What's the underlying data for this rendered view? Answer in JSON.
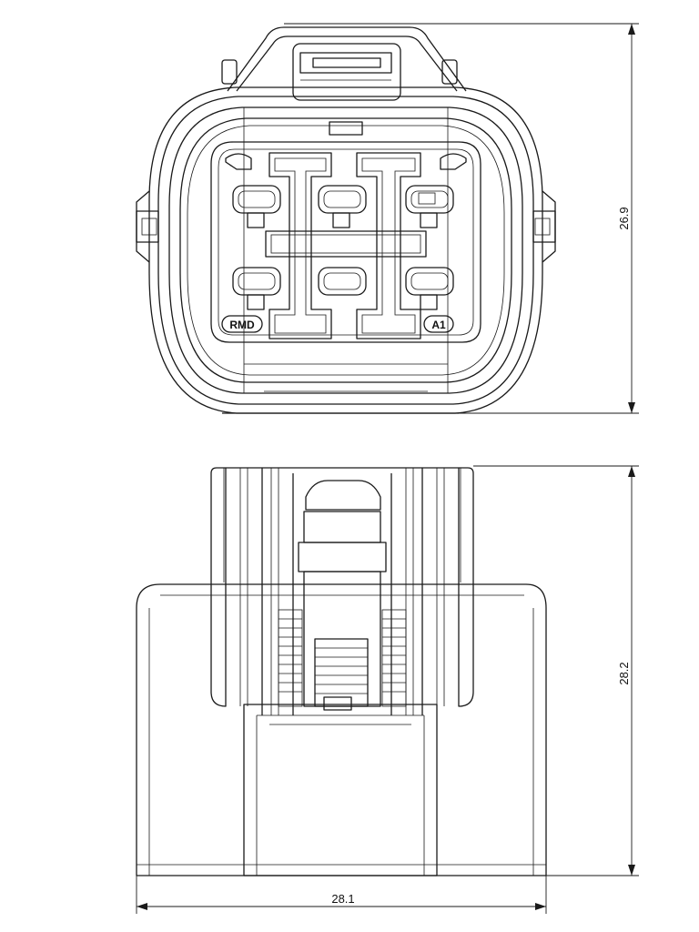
{
  "drawing": {
    "front_view": {
      "markings": {
        "left": "RMD",
        "right": "A1"
      },
      "height_dimension": "26.9"
    },
    "side_view": {
      "height_dimension": "28.2",
      "width_dimension": "28.1"
    }
  }
}
